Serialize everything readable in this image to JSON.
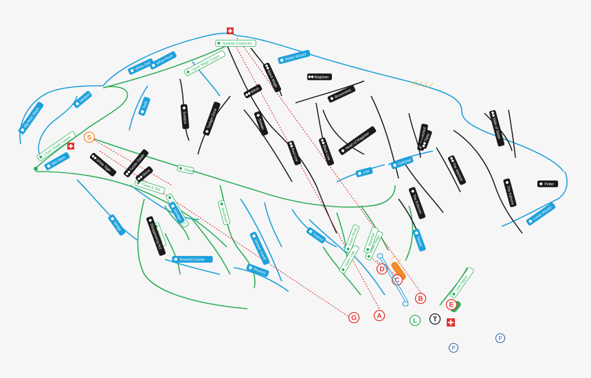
{
  "map": {
    "colors": {
      "green": "#2eae5a",
      "blue": "#1ea0dc",
      "black": "#1a1a1a",
      "lift_red": "#e0312d",
      "orange": "#f08a2a",
      "yellow": "#f5c33b",
      "parking_blue": "#2e5fa8",
      "label_text": "#ffffff"
    },
    "trails": {
      "green": [
        {
          "id": "upper-magic-carpet",
          "name": "Upper Magic Carpet"
        },
        {
          "id": "lower-magic-carpet",
          "name": "Lower Magic Carpet"
        },
        {
          "id": "fiend-and-ted",
          "name": "Fiend & Ted"
        },
        {
          "id": "wand",
          "name": "Wand"
        },
        {
          "id": "mandrake",
          "name": "Mandrake"
        },
        {
          "id": "sorcerer",
          "name": "Sorcerer"
        },
        {
          "id": "lower-mandrake",
          "name": "Lower Mandrake"
        },
        {
          "id": "robin-road",
          "name": "Robin Road"
        },
        {
          "id": "lower-magic",
          "name": "Lower Magic"
        },
        {
          "id": "little-dipper",
          "name": "Little Dipper"
        },
        {
          "id": "summit-connector",
          "name": "Summit Connector"
        },
        {
          "id": "waterfall",
          "name": "Waterfall"
        },
        {
          "id": "upper-trail",
          "name": "Upper Trail"
        }
      ],
      "blue": [
        {
          "id": "big-bear-slope",
          "name": "Big Bear Slope"
        },
        {
          "id": "medium",
          "name": "Medium"
        },
        {
          "id": "white-owl",
          "name": "White Owl"
        },
        {
          "id": "white-rock",
          "name": "White Rock"
        },
        {
          "id": "mini-mine",
          "name": "Mini Mine"
        },
        {
          "id": "swift",
          "name": "Swift"
        },
        {
          "id": "water-wizard",
          "name": "Water Wizard"
        },
        {
          "id": "vertigo",
          "name": "Vertigo"
        },
        {
          "id": "windigo",
          "name": "Windigo"
        },
        {
          "id": "weaver-cutoff",
          "name": "Weaver Cutoff"
        },
        {
          "id": "phoenix",
          "name": "Phoenix"
        },
        {
          "id": "cosmic",
          "name": "Cosmic"
        },
        {
          "id": "link",
          "name": "Link"
        },
        {
          "id": "hothead",
          "name": "Hothead"
        },
        {
          "id": "lower-wizard",
          "name": "Lower Wizard"
        },
        {
          "id": "torrent-corner",
          "name": "Torrent's Corner"
        },
        {
          "id": "twister",
          "name": "Twister"
        }
      ],
      "black": [
        {
          "id": "solstice",
          "name": "Solstice"
        },
        {
          "id": "twilight-zone",
          "name": "Twilight Zone"
        },
        {
          "id": "sinister",
          "name": "Sinister"
        },
        {
          "id": "disappearing-act",
          "name": "Disappearing Act"
        },
        {
          "id": "broomstick",
          "name": "Broomstick"
        },
        {
          "id": "heart-of-magicker",
          "name": "Heart of Magicker"
        },
        {
          "id": "the-enforcer",
          "name": "The Enforcer"
        },
        {
          "id": "bewitched",
          "name": "Bewitched"
        },
        {
          "id": "potter",
          "name": "Potter"
        },
        {
          "id": "the-kahuna",
          "name": "The Kahuna"
        }
      ],
      "double_black": [
        {
          "id": "white-tiger",
          "name": "White Tiger"
        },
        {
          "id": "witch",
          "name": "Witch"
        },
        {
          "id": "black-magic",
          "name": "Black Magic"
        },
        {
          "id": "magician",
          "name": "Magician"
        },
        {
          "id": "goblin-glade",
          "name": "Goblin Glade"
        },
        {
          "id": "red-line",
          "name": "Red Line"
        },
        {
          "id": "black-line",
          "name": "Black Line"
        },
        {
          "id": "the-warlock",
          "name": "The Warlock"
        },
        {
          "id": "slide-of-satan",
          "name": "Slide of Satan"
        },
        {
          "id": "shine",
          "name": "Shine"
        },
        {
          "id": "tipsy",
          "name": "Tipsy"
        }
      ]
    },
    "lifts": [
      "A",
      "B",
      "C",
      "D",
      "E",
      "G",
      "L",
      "T",
      "S"
    ],
    "parking": [
      "P",
      "P"
    ],
    "first_aid_icon": "first-aid-cross-icon",
    "difficulty_icons": {
      "green": "green-circle-icon",
      "blue": "blue-square-icon",
      "black": "black-diamond-icon",
      "double_black": "double-black-diamond-icon"
    }
  }
}
